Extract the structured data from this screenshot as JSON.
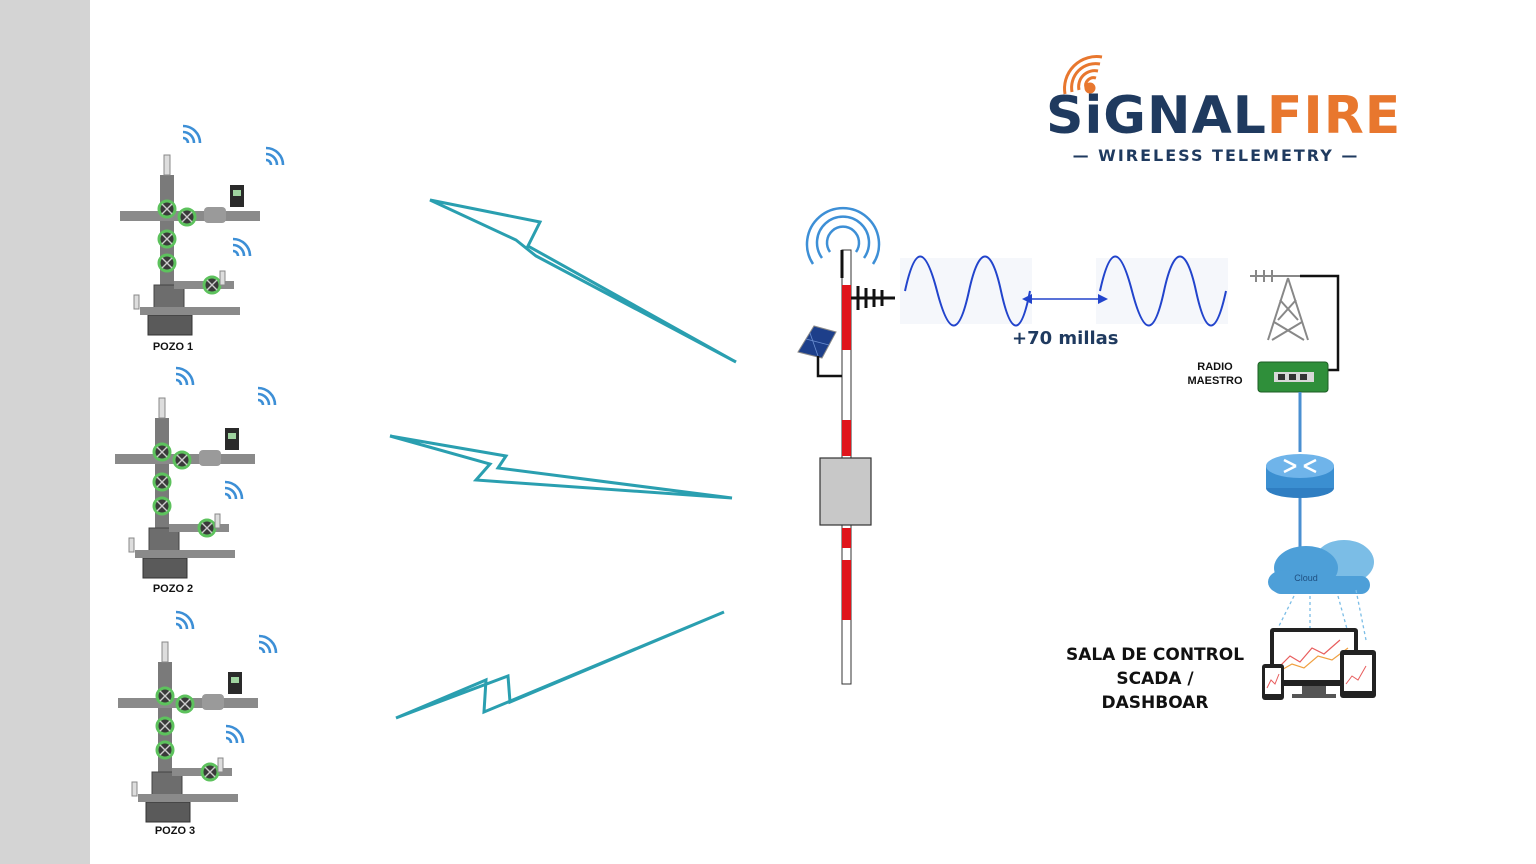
{
  "wells": [
    {
      "label": "POZO 1"
    },
    {
      "label": "POZO 2"
    },
    {
      "label": "POZO 3"
    }
  ],
  "logo": {
    "brand_part1": "SiGNAL",
    "brand_part2": "FIRE",
    "tagline": "WIRELESS  TELEMETRY"
  },
  "range_label": "+70 millas",
  "master_radio_label": [
    "RADIO",
    "MAESTRO"
  ],
  "cloud_label": "Cloud",
  "control_room_label": [
    "SALA DE CONTROL",
    "SCADA / DASHBOAR"
  ],
  "colors": {
    "lightning": "#2a9fb0",
    "wave": "#2244cc",
    "brand_navy": "#1f3a5f",
    "brand_orange": "#e8772e",
    "mast_red": "#e0141b",
    "sidebar": "#d4d4d4",
    "router": "#3b8fd1",
    "cloud": "#5aaee0",
    "wifi": "#3d8fd6"
  }
}
